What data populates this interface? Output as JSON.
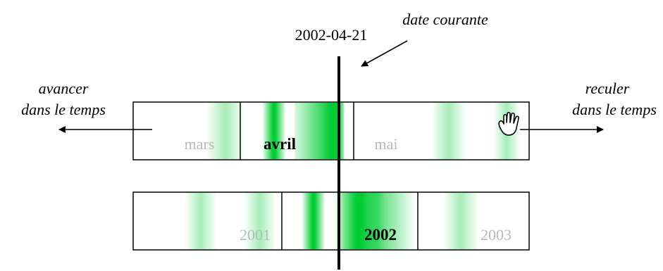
{
  "annotations": {
    "current_date_value": "2002-04-21",
    "current_date_label": "date courante",
    "forward_line1": "avancer",
    "forward_line2": "dans le temps",
    "backward_line1": "reculer",
    "backward_line2": "dans le temps"
  },
  "month_band": {
    "labels": {
      "prev": "mars",
      "current": "avril",
      "next": "mai"
    },
    "drag_handle_icon": "hand-icon"
  },
  "year_band": {
    "labels": {
      "prev": "2001",
      "current": "2002",
      "next": "2003"
    }
  },
  "colors": {
    "highlight": "#00cc33",
    "dim_label": "#b8b8b8",
    "stroke": "#000000"
  }
}
